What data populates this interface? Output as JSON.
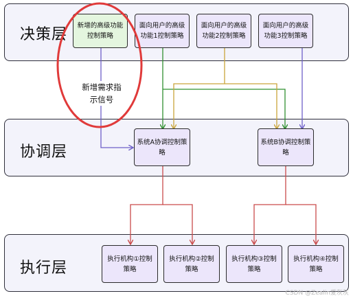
{
  "layers": {
    "decision": "决策层",
    "coordination": "协调层",
    "execution": "执行层"
  },
  "decision_boxes": [
    "新增的高级功能控制策略",
    "面向用户的高级功能1控制策略",
    "面向用户的高级功能2控制策略",
    "面向用户的高级功能3控制策略"
  ],
  "note": "新增需求指示信号",
  "coordination_boxes": [
    "系统A协调控制策略",
    "系统B协调控制策略"
  ],
  "execution_boxes": [
    "执行机构①控制策略",
    "执行机构②控制策略",
    "执行机构③控制策略",
    "执行机构④控制策略"
  ],
  "watermark": "CSDN @Zealin爱灰灰",
  "colors": {
    "layer_bg": "#f3f3fb",
    "box_bg": "#ece6fb",
    "new_box_bg": "#e4f6df",
    "arrow_green": "#2f8f2f",
    "arrow_gold": "#caa53a",
    "arrow_purple": "#6d5fc8",
    "arrow_red": "#c94a4a",
    "highlight_circle": "#e03a3a"
  }
}
